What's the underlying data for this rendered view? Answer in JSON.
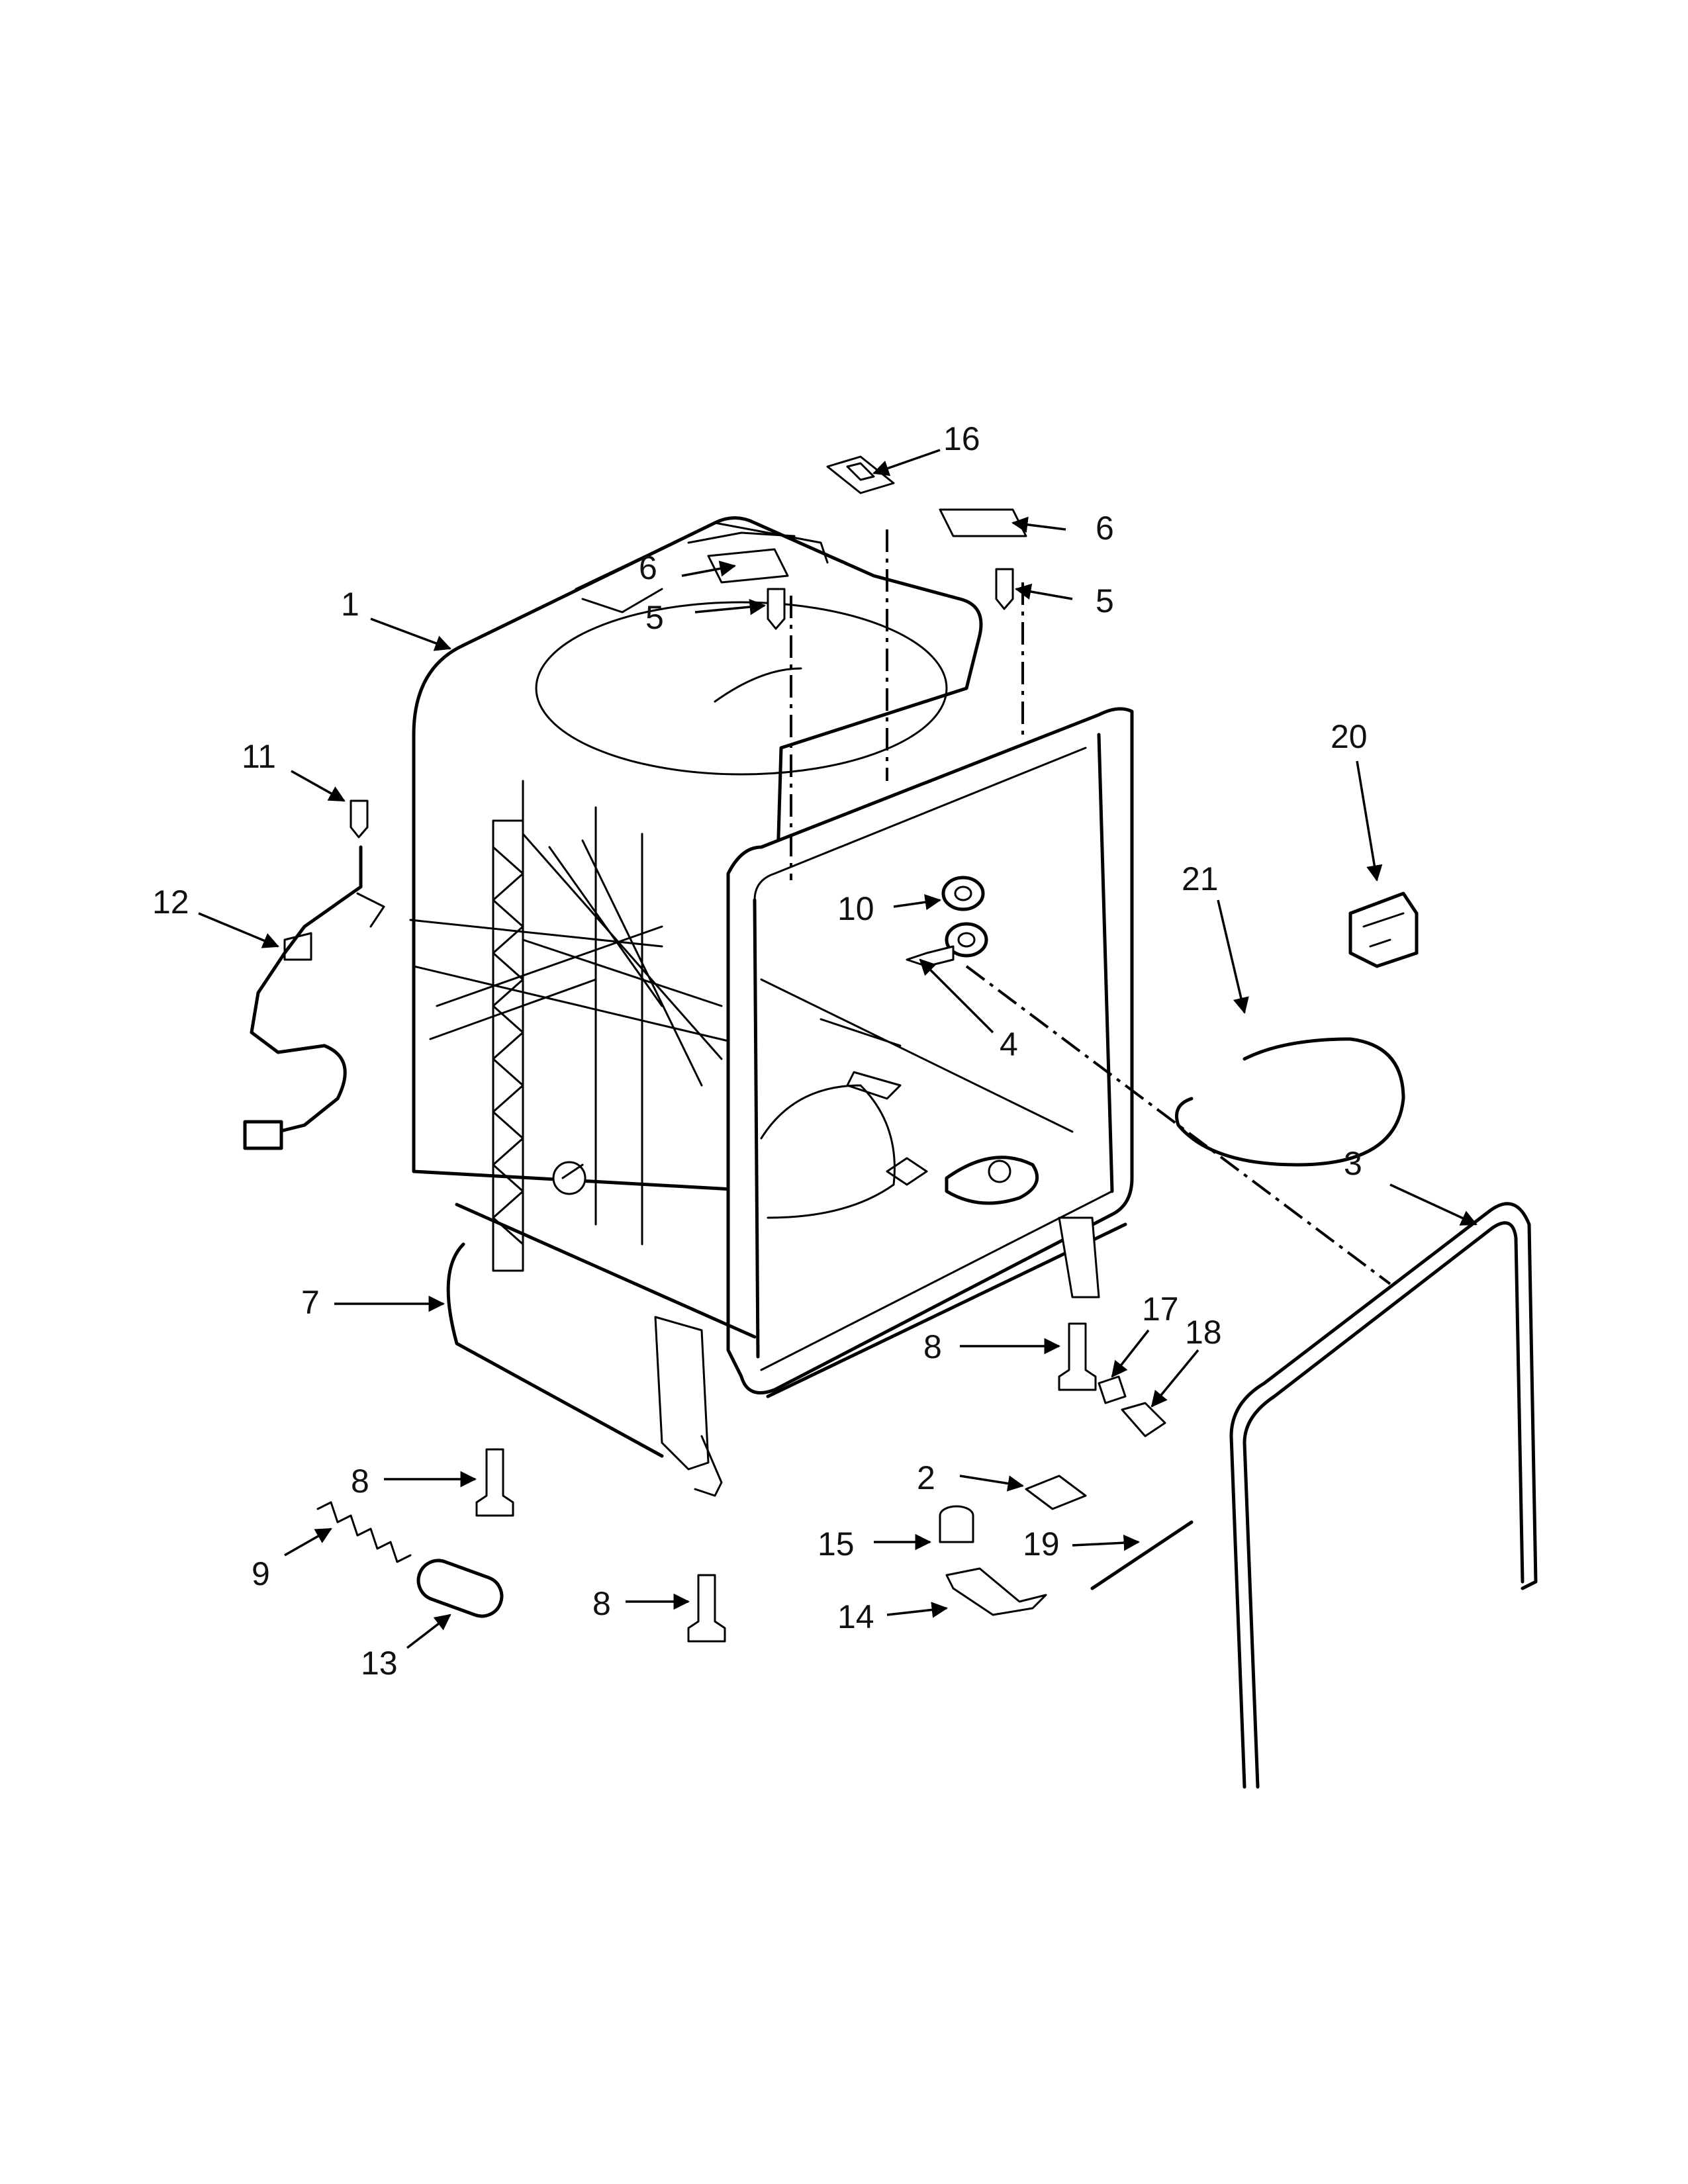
{
  "diagram": {
    "callouts": [
      "1",
      "2",
      "3",
      "4",
      "5",
      "5",
      "6",
      "6",
      "7",
      "8",
      "8",
      "8",
      "9",
      "10",
      "11",
      "12",
      "13",
      "14",
      "15",
      "16",
      "17",
      "18",
      "19",
      "20",
      "21"
    ],
    "colors": {
      "line": "#000000",
      "background": "#ffffff"
    }
  }
}
